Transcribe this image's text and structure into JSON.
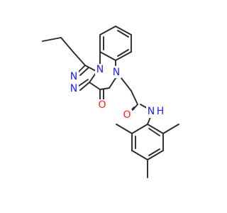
{
  "molecule": {
    "atoms": {
      "N_triazole_top": {
        "symbol": "N",
        "color": "#2020ff"
      },
      "N_triazole_bottom": {
        "symbol": "N",
        "color": "#2020ff"
      },
      "N_bridge": {
        "symbol": "N",
        "color": "#2020ff"
      },
      "N_ring": {
        "symbol": "N",
        "color": "#2020ff"
      },
      "O_ring_carbonyl": {
        "symbol": "O",
        "color": "#ff2020"
      },
      "O_amide": {
        "symbol": "O",
        "color": "#ff2020"
      },
      "NH_amide": {
        "symbol": "N",
        "color": "#2020ff"
      },
      "H_amide": {
        "symbol": "H",
        "color": "#2020ff"
      }
    },
    "bond_color": "#2b2b2b"
  }
}
